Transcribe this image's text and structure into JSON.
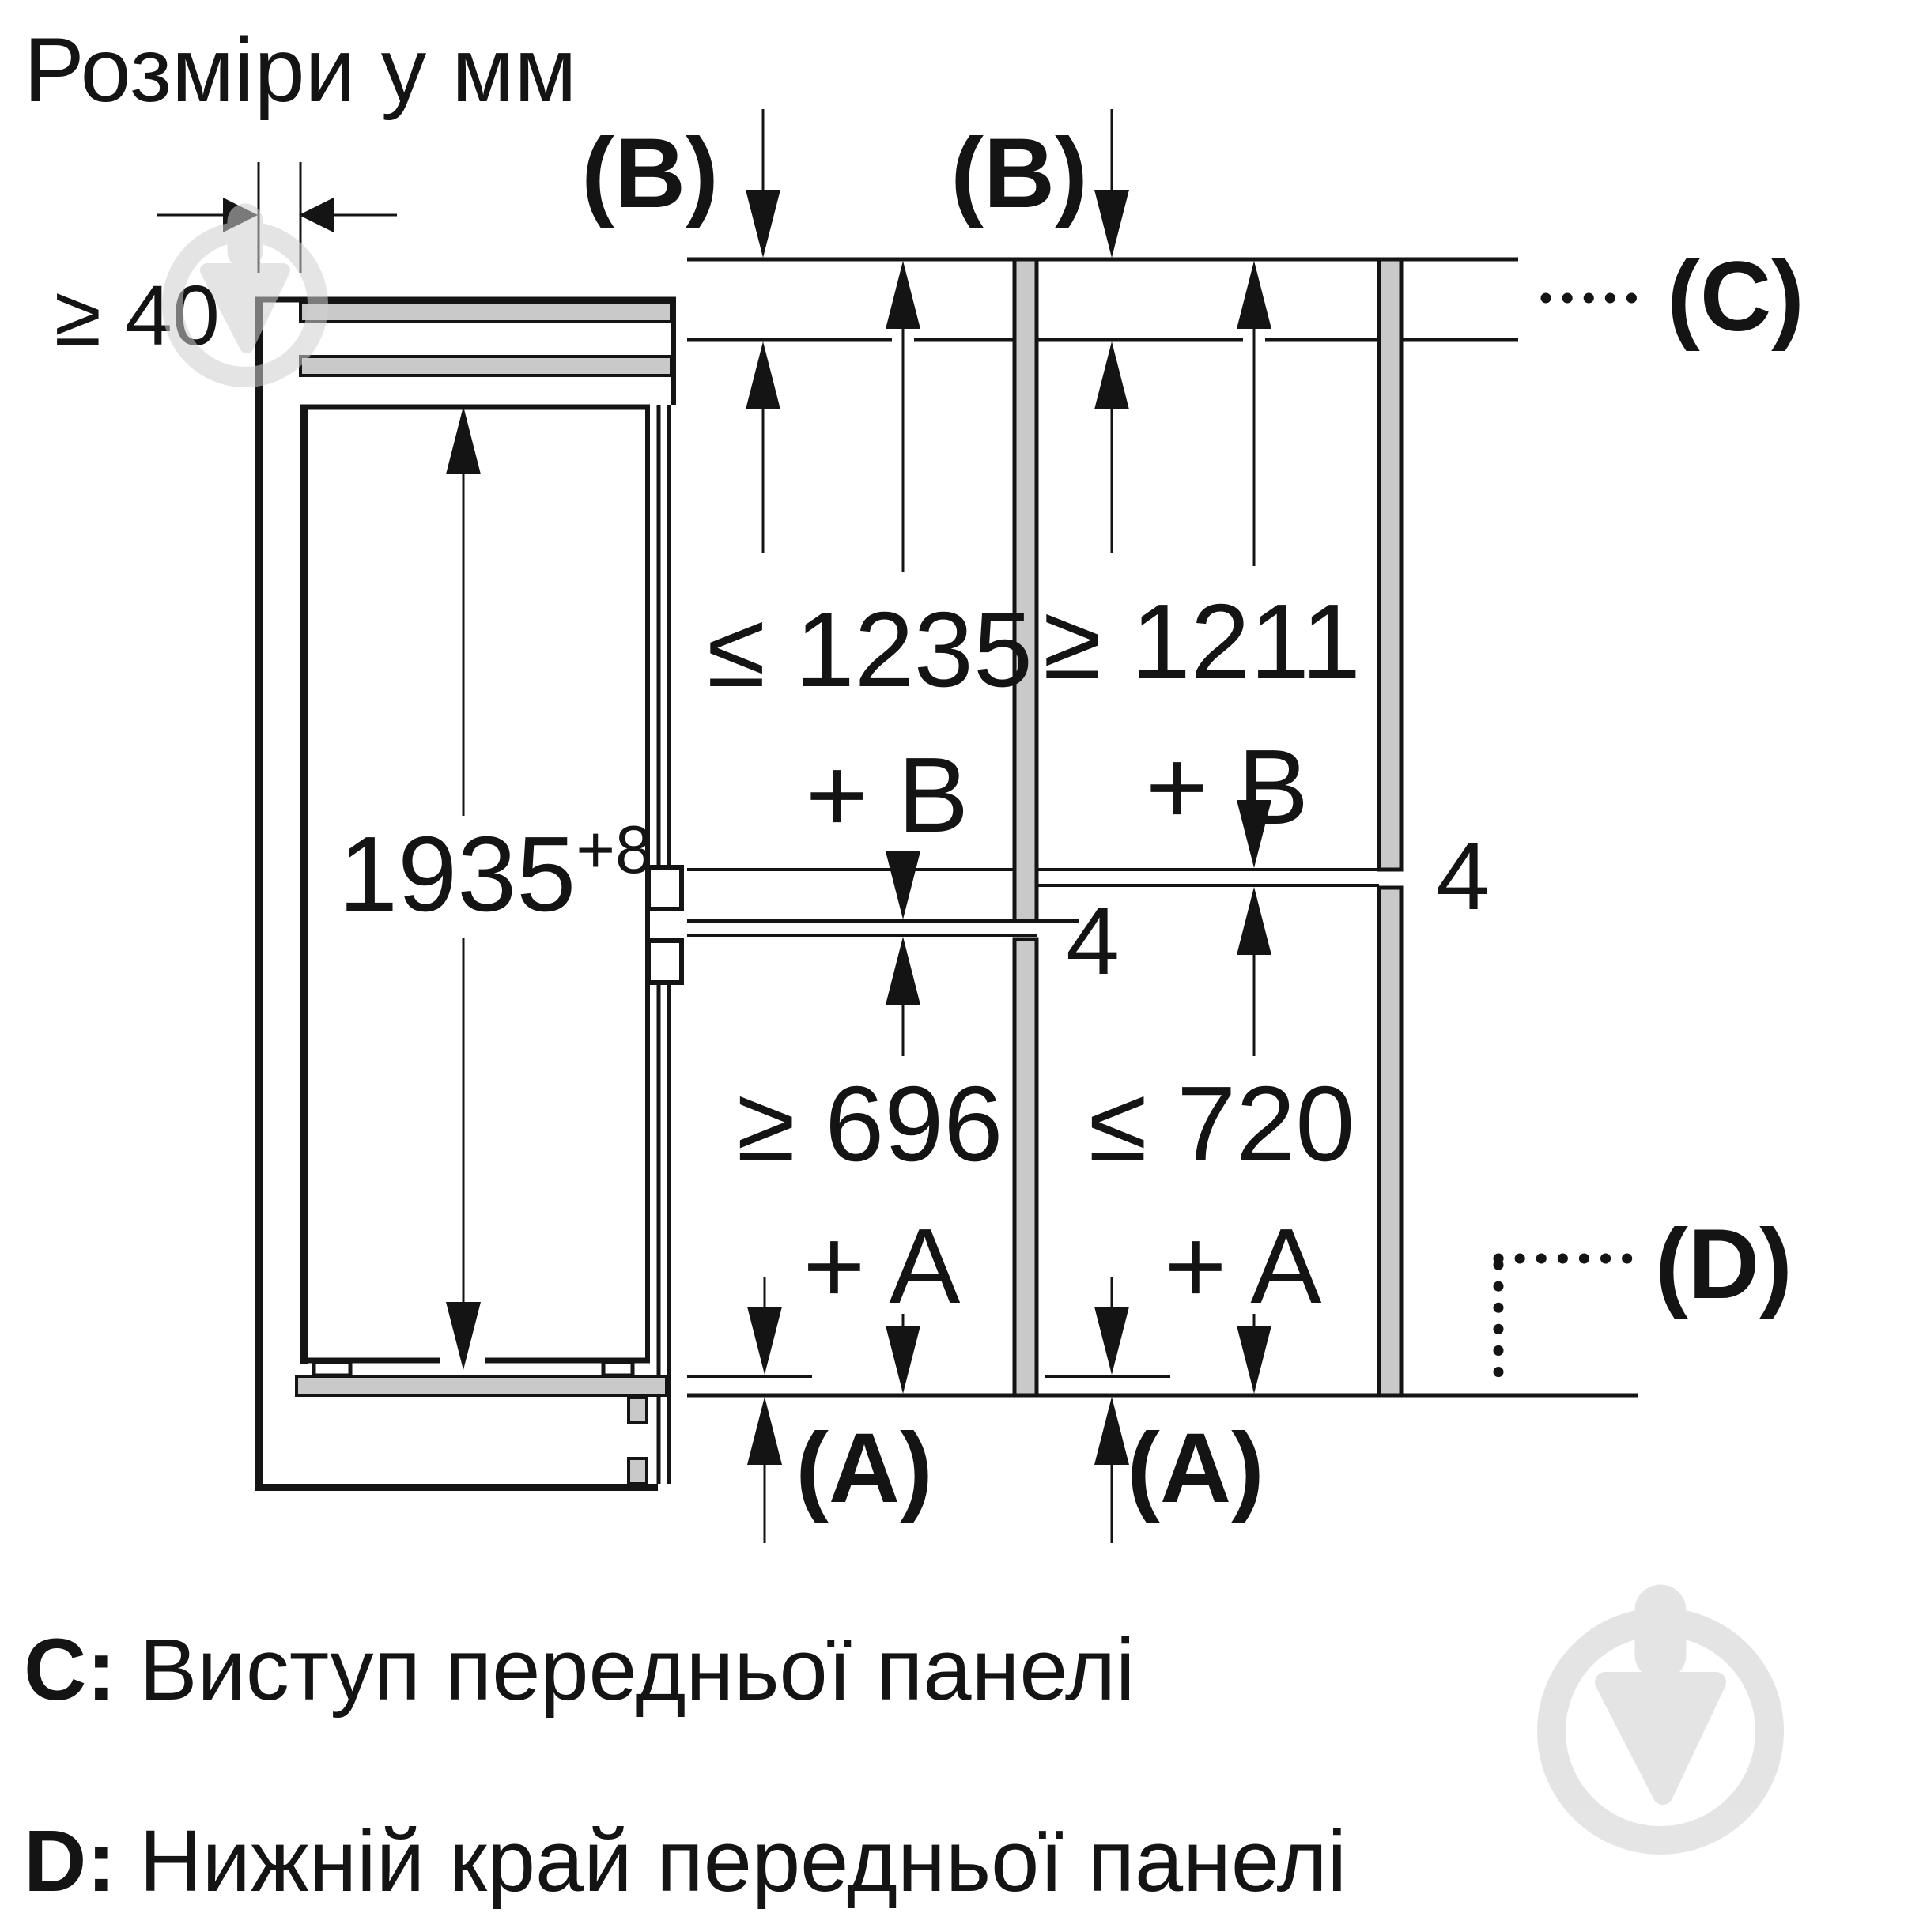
{
  "title": "Розміри у мм",
  "units_note": "мм",
  "wall_gap": "≥ 40",
  "niche_height": "1935",
  "niche_height_tolerance": "+8",
  "dims": {
    "s1_top": {
      "line1": "≤ 1235",
      "line2": "+ B"
    },
    "s2_top": {
      "line1": "≥ 1211",
      "line2": "+ B"
    },
    "s1_bottom": {
      "line1": "≥ 696",
      "line2": "+ A"
    },
    "s2_bottom": {
      "line1": "≤ 720",
      "line2": "+ A"
    },
    "gap_mid": "4",
    "gap_right": "4"
  },
  "callouts": {
    "b": "(B)",
    "a": "(A)",
    "c": "(C)",
    "d": "(D)"
  },
  "legend": {
    "c_key": "C:",
    "c_text": "Виступ передньої панелі",
    "d_key": "D:",
    "d_text": "Нижній край передньої панелі"
  },
  "colors": {
    "line": "#141414",
    "panel_gray": "#c9c9c9",
    "watermark_gray": "#cfcfcf",
    "background": "#ffffff"
  }
}
